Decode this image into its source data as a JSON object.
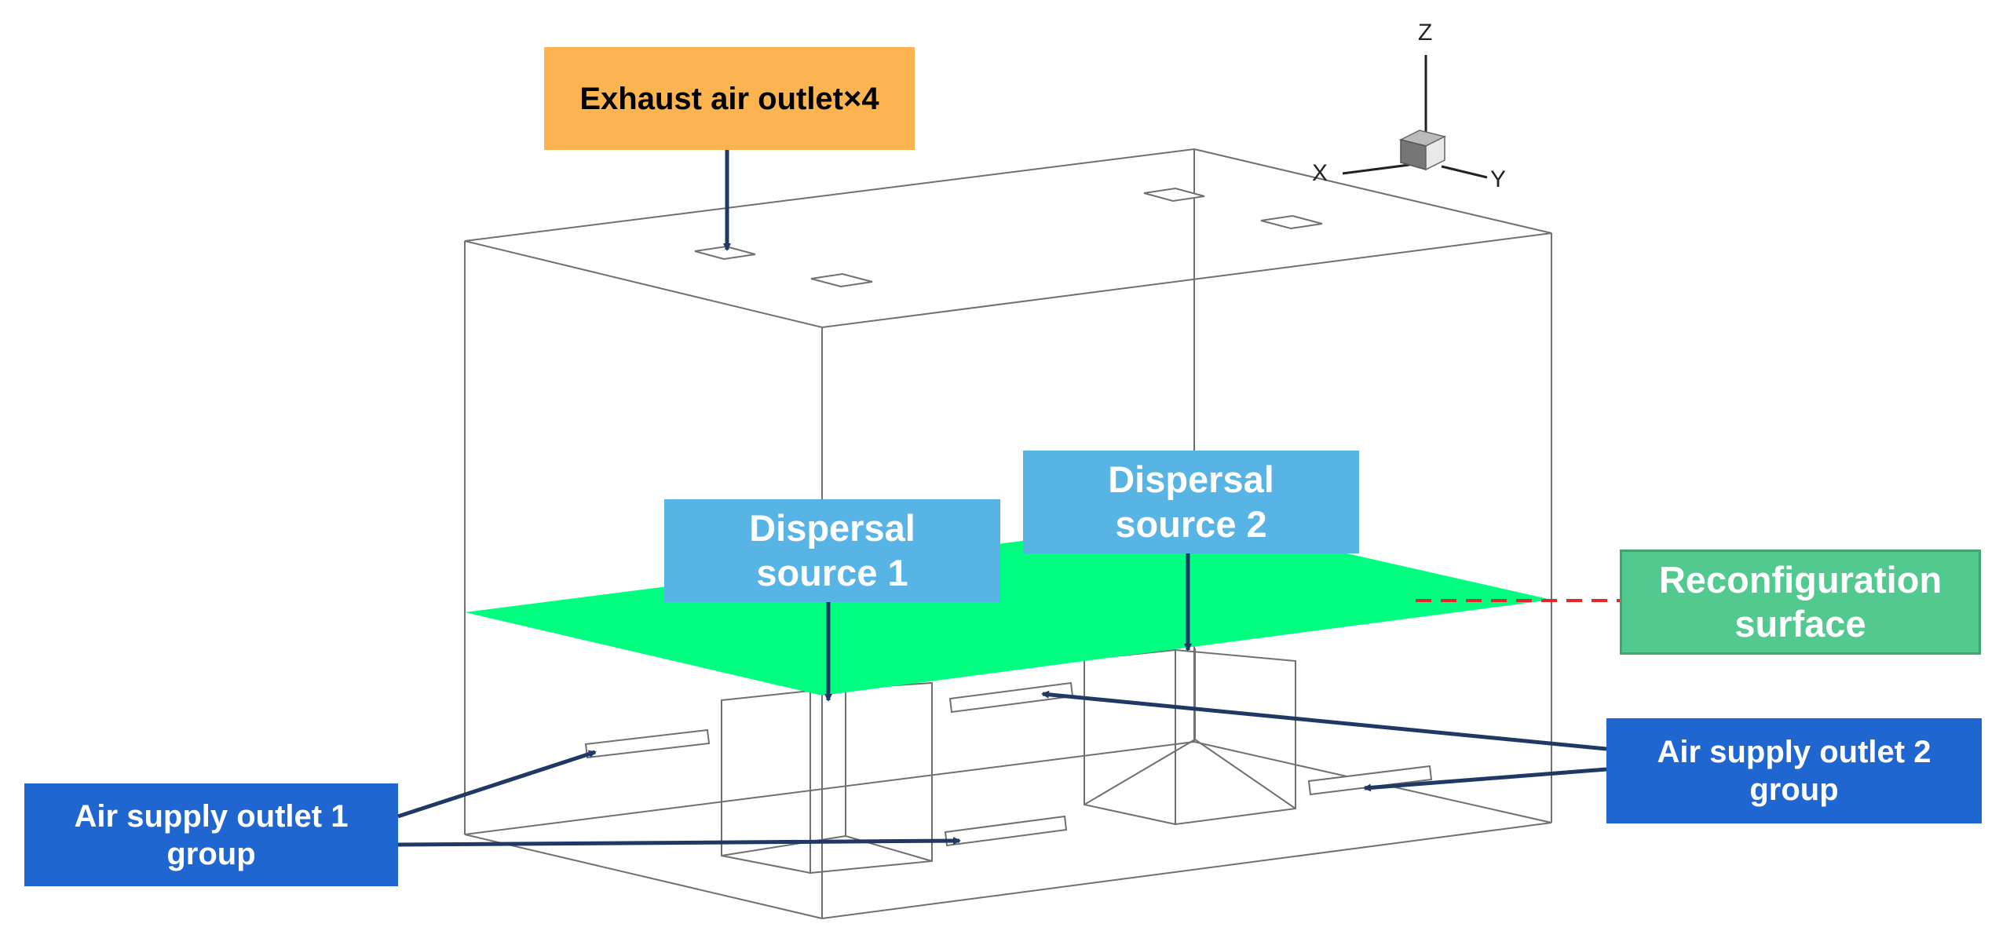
{
  "labels": {
    "exhaust": "Exhaust air outlet×4",
    "dispersal1": "Dispersal\nsource 1",
    "dispersal2": "Dispersal\nsource 2",
    "reconfig": "Reconfiguration\nsurface",
    "supply1": "Air supply outlet 1\ngroup",
    "supply2": "Air supply outlet 2\ngroup"
  },
  "axes": {
    "z": "Z",
    "x": "X",
    "y": "Y"
  },
  "colors": {
    "exhaust_box": "#fbb450",
    "dispersal_box": "#57b4e5",
    "reconfig_box": "#52c98e",
    "supply_box": "#1f66d1",
    "surface": "#00ff80",
    "arrow": "#1f3864",
    "dashed_line": "#e3262e",
    "outline": "#707070"
  }
}
